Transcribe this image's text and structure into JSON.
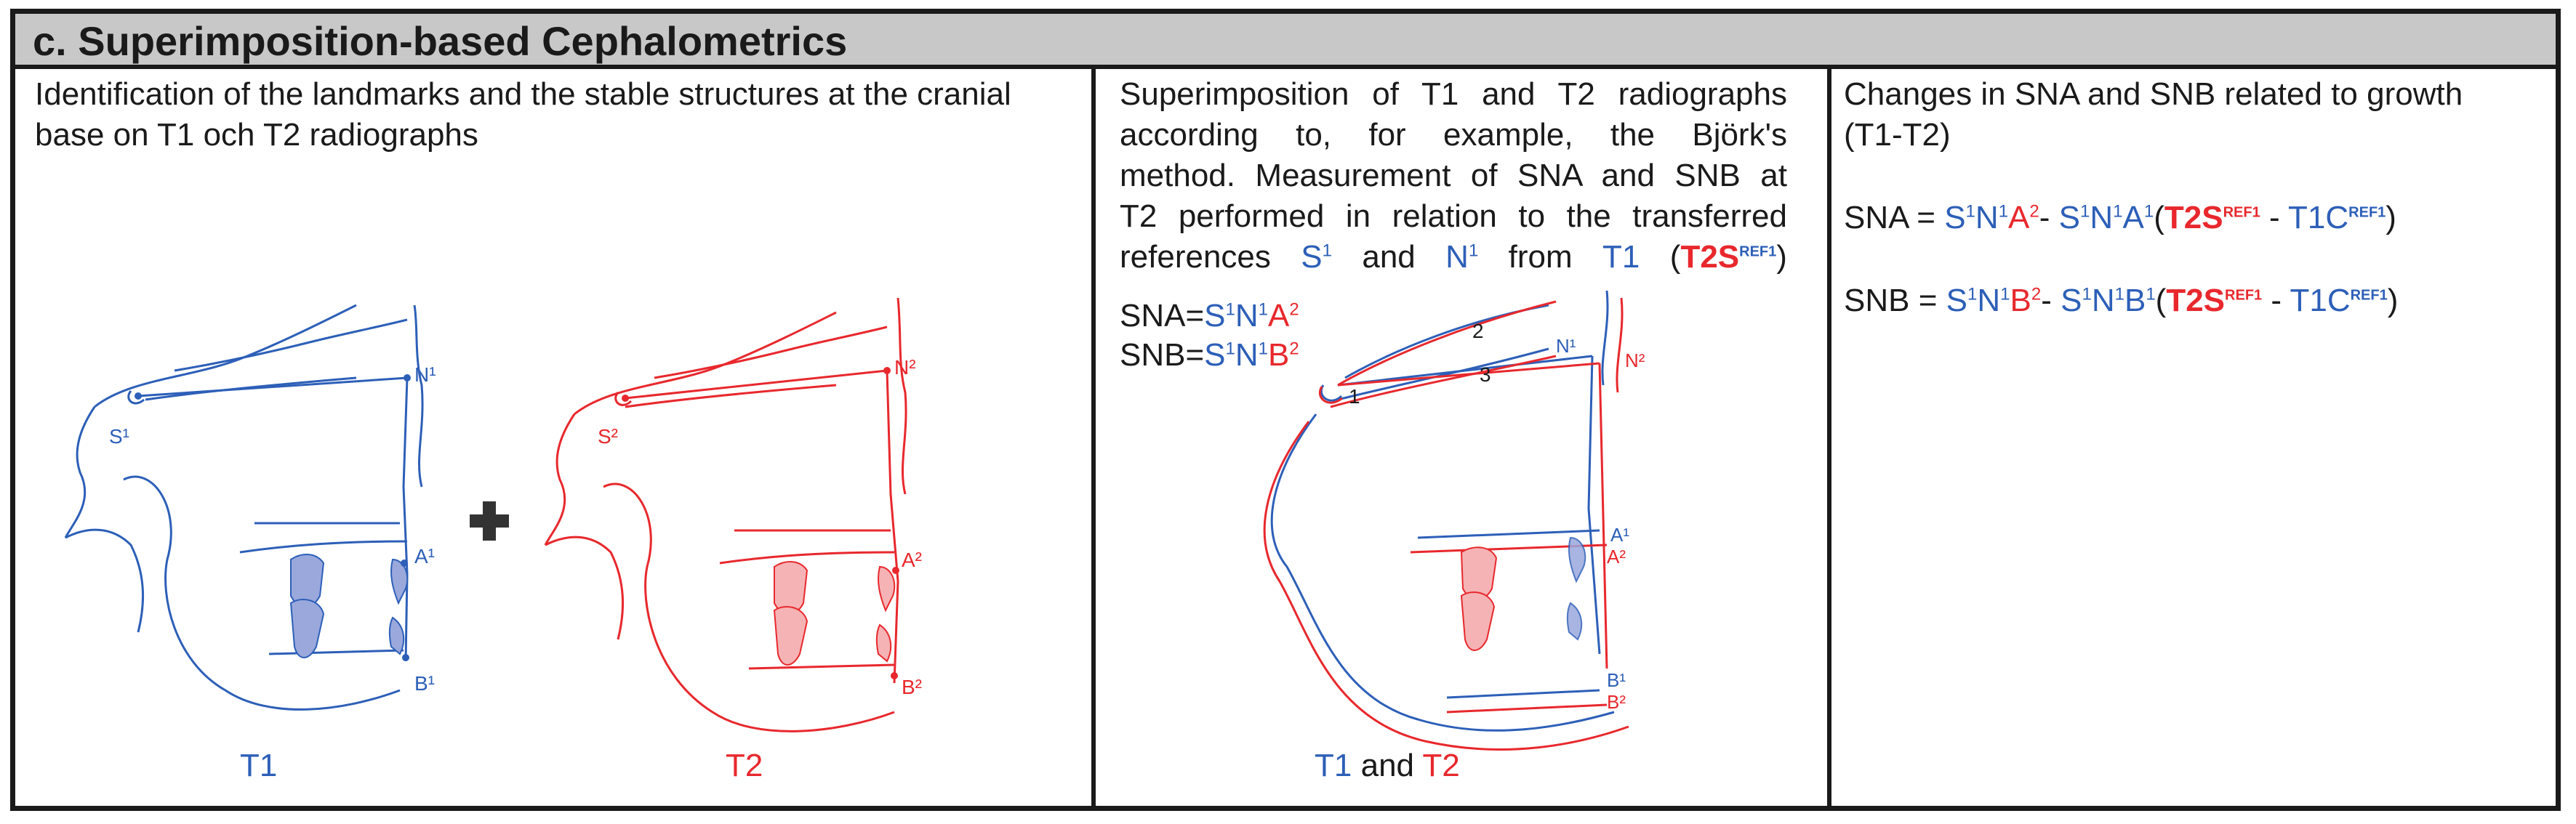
{
  "header": {
    "title": "c. Superimposition-based Cephalometrics"
  },
  "panel1": {
    "description": "Identification of the landmarks and the stable structures at the cranial base on T1 och T2 radiographs",
    "caption_t1": "T1",
    "caption_t2": "T2",
    "labels_t1": {
      "n": "N",
      "s": "S",
      "a": "A",
      "b": "B",
      "sup": "1"
    },
    "labels_t2": {
      "n": "N",
      "s": "S",
      "a": "A",
      "b": "B",
      "sup": "2"
    },
    "plus_icon": "plus-icon"
  },
  "panel2": {
    "description_lines": [
      "Superimposition of T1 and T2 radiographs",
      "according to, for example, the Björk's",
      "method. Measurement of SNA and SNB at",
      "T2 performed in relation to the transferred"
    ],
    "refs_text": "references",
    "s_label": "S",
    "s_sup": "1",
    "and_text": "and",
    "n_label": "N",
    "n_sup": "1",
    "from_text": "from",
    "t1_label": "T1",
    "t2s_label": "T2S",
    "ref_sup": "REF1",
    "sna_label": "SNA=",
    "snb_label": "SNB=",
    "sna_formula": {
      "s": "S",
      "n": "N",
      "a": "A",
      "sup1": "1",
      "sup2": "2"
    },
    "snb_formula": {
      "s": "S",
      "n": "N",
      "b": "B",
      "sup1": "1",
      "sup2": "2"
    },
    "caption_t1": "T1",
    "caption_and": "and",
    "caption_t2": "T2",
    "markers": [
      "1",
      "2",
      "3"
    ]
  },
  "panel3": {
    "description": "Changes in SNA and SNB related to growth (T1-T2)",
    "sna": {
      "lhs": "SNA = ",
      "s": "S",
      "n": "N",
      "a": "A",
      "minus": "- ",
      "t2s": "T2S",
      "ref": "REF1",
      "t1c": "T1C",
      "sup1": "1",
      "sup2": "2"
    },
    "snb": {
      "lhs": "SNB = ",
      "s": "S",
      "n": "N",
      "b": "B",
      "minus": "- ",
      "t2s": "T2S",
      "ref": "REF1",
      "t1c": "T1C",
      "sup1": "1",
      "sup2": "2"
    }
  },
  "colors": {
    "t1": "#2d5fb8",
    "t2": "#e8282d",
    "header_bg": "#c8c8c8"
  }
}
